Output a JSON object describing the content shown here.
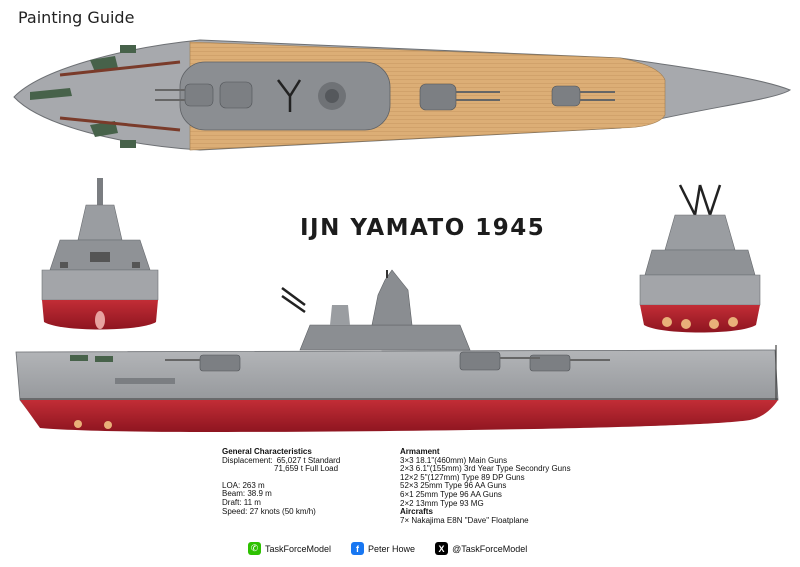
{
  "header": {
    "title": "Painting Guide"
  },
  "ship": {
    "name": "IJN YAMATO 1945"
  },
  "general": {
    "heading": "General Characteristics",
    "displacement_label": "Displacement:",
    "displacement_1": "65,027 t Standard",
    "displacement_2": "71,659 t Full Load",
    "loa": "LOA: 263 m",
    "beam": "Beam: 38.9 m",
    "draft": "Draft: 11 m",
    "speed": "Speed: 27 knots (50 km/h)"
  },
  "armament": {
    "heading": "Armament",
    "items": [
      "3×3 18.1\"(460mm) Main Guns",
      "2×3 6.1\"(155mm) 3rd Year Type Secondry Guns",
      "12×2 5\"(127mm) Type 89 DP Guns",
      "52×3 25mm Type 96 AA Guns",
      "6×1 25mm Type 96 AA Guns",
      "2×2 13mm Type 93 MG"
    ],
    "aircraft_heading": "Aircrafts",
    "aircraft": "7× Nakajima E8N \"Dave\" Floatplane"
  },
  "footer": {
    "wechat": "TaskForceModel",
    "facebook": "Peter Howe",
    "x": "@TaskForceModel"
  },
  "colors": {
    "hull_red": "#b3202c",
    "hull_grey": "#9a9ca0",
    "deck_wood": "#d9aa72",
    "superstructure": "#8d9094"
  },
  "icons": [
    "wechat-icon",
    "facebook-icon",
    "x-icon"
  ]
}
